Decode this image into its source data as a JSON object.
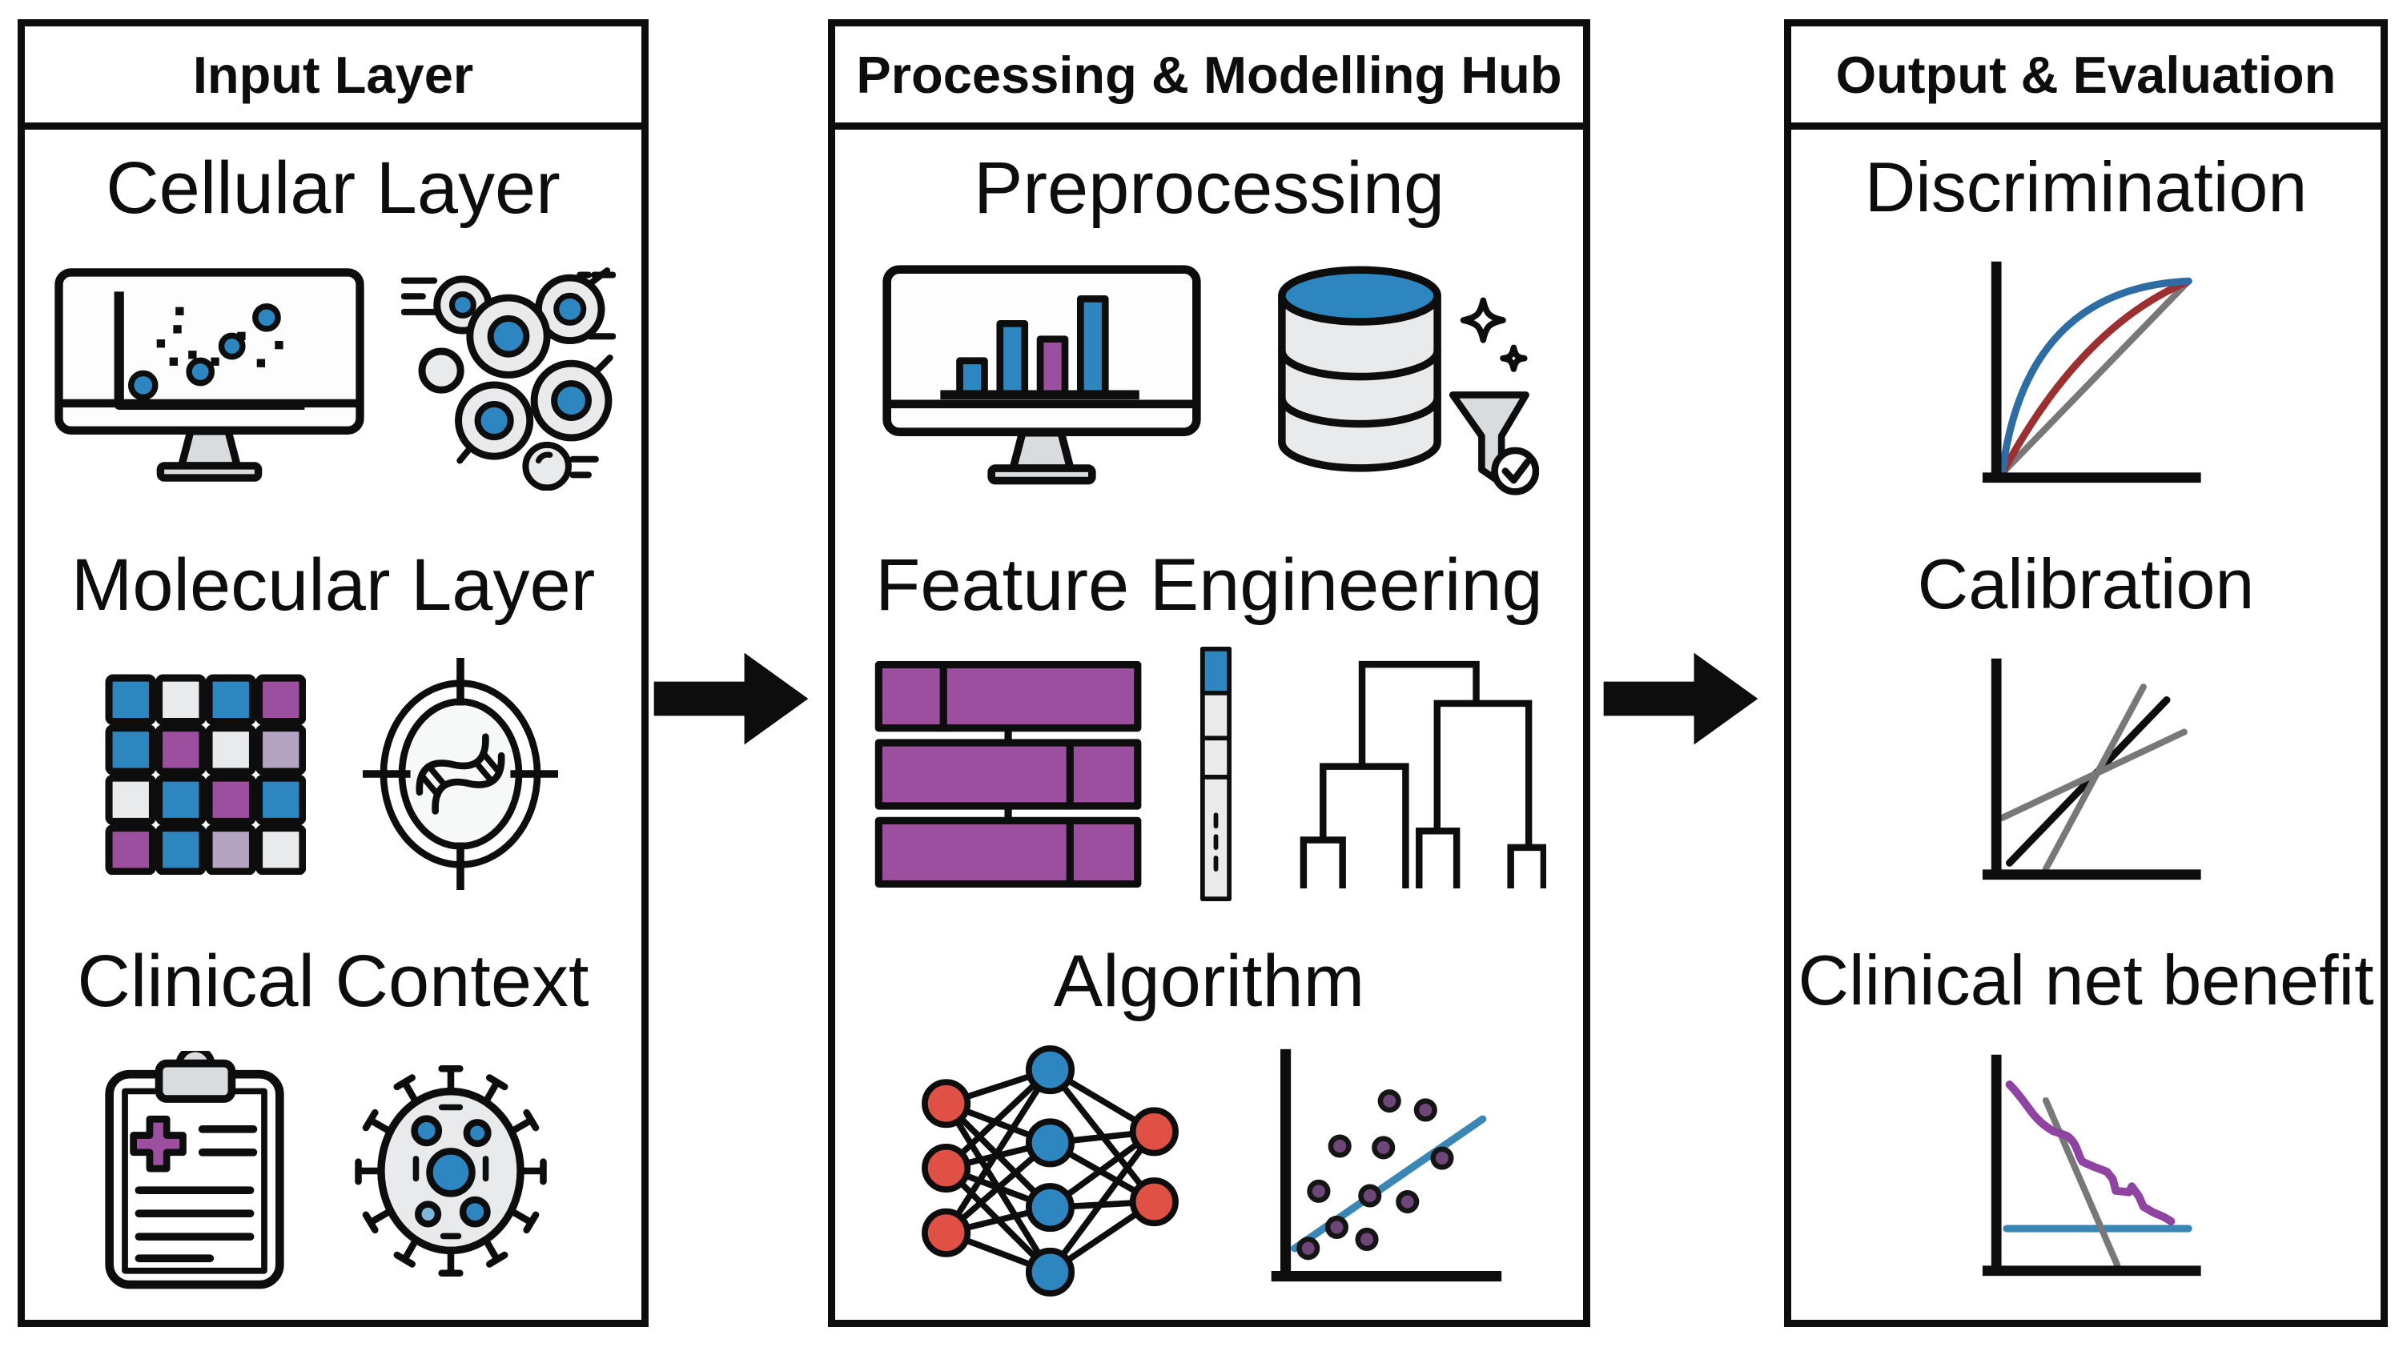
{
  "figure": {
    "type": "pipeline-diagram",
    "flow": "left-to-right",
    "arrow_count": 2
  },
  "colors": {
    "ink": "#0d0d0d",
    "blue": "#2e86c0",
    "light_blue": "#7db8dc",
    "purple": "#9b4f9e",
    "lavender": "#b3a4c2",
    "dot_purple": "#6e4678",
    "red": "#e05045",
    "light_gray": "#e8eaeb",
    "mid_gray": "#d9dcde",
    "roc_blue": "#2e6da4",
    "roc_red": "#9c2f2f",
    "line_gray": "#787878",
    "dc_purple": "#8e44a0",
    "dc_blue": "#3a87b5"
  },
  "panels": [
    {
      "title": "Input Layer",
      "sections": [
        {
          "label": "Cellular Layer",
          "icons": [
            "monitor-scatter-icon",
            "cells-icon"
          ]
        },
        {
          "label": "Molecular Layer",
          "icons": [
            "heatmap-grid-icon",
            "dna-target-icon"
          ],
          "grid_colors": [
            [
              "blue",
              "gray",
              "blue",
              "purple"
            ],
            [
              "blue",
              "purple",
              "gray",
              "lavender"
            ],
            [
              "gray",
              "blue",
              "purple",
              "blue"
            ],
            [
              "purple",
              "blue",
              "lavender",
              "gray"
            ]
          ]
        },
        {
          "label": "Clinical Context",
          "icons": [
            "clipboard-icon",
            "virus-icon"
          ]
        }
      ]
    },
    {
      "title": "Processing & Modelling Hub",
      "sections": [
        {
          "label": "Preprocessing",
          "icons": [
            "monitor-barchart-icon",
            "database-filter-icon"
          ]
        },
        {
          "label": "Feature Engineering",
          "icons": [
            "stacked-blocks-icon",
            "feature-column-icon",
            "dendrogram-icon"
          ]
        },
        {
          "label": "Algorithm",
          "icons": [
            "neural-network-icon",
            "scatter-regression-icon"
          ]
        }
      ]
    },
    {
      "title": "Output & Evaluation",
      "sections": [
        {
          "label": "Discrimination",
          "icons": [
            "roc-curve-icon"
          ],
          "chart": {
            "type": "line",
            "lines": [
              "blue-roc-curve",
              "red-roc-curve",
              "gray-chance-diagonal"
            ]
          }
        },
        {
          "label": "Calibration",
          "icons": [
            "calibration-plot-icon"
          ],
          "chart": {
            "type": "line",
            "lines": [
              "black-ideal-diagonal",
              "gray-steep-line",
              "gray-shallow-line"
            ]
          }
        },
        {
          "label": "Clinical net benefit",
          "icons": [
            "decision-curve-icon"
          ],
          "chart": {
            "type": "line",
            "lines": [
              "purple-model-curve",
              "gray-treat-all-line",
              "blue-treat-none-line"
            ]
          }
        }
      ]
    }
  ],
  "arrows": [
    {
      "name": "flow-arrow-1",
      "direction": "right"
    },
    {
      "name": "flow-arrow-2",
      "direction": "right"
    }
  ]
}
